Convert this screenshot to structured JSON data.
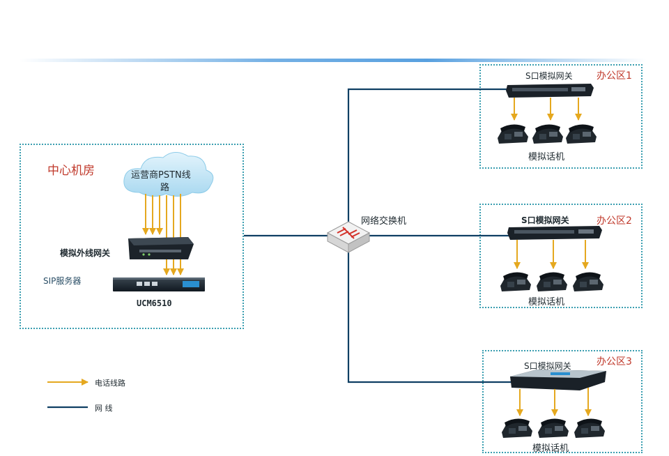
{
  "center": {
    "title": "中心机房",
    "cloud_label_line1": "运营商PSTN线",
    "cloud_label_line2": "路",
    "analog_gateway_label": "模拟外线网关",
    "sip_server_label": "SIP服务器",
    "ucm_label": "UCM6510"
  },
  "switch": {
    "label": "网络交换机"
  },
  "offices": [
    {
      "title": "办公区1",
      "gateway_label": "S口模拟网关",
      "phones_label": "模拟话机"
    },
    {
      "title": "办公区2",
      "gateway_label": "S口模拟网关",
      "phones_label": "模拟话机"
    },
    {
      "title": "办公区3",
      "gateway_label": "S口模拟网关",
      "phones_label": "模拟话机"
    }
  ],
  "legend": {
    "phone_line_label": "电话线路",
    "network_line_label": "网  线",
    "phone_line_color": "#e5a81f",
    "network_line_color": "#0f3f63"
  }
}
